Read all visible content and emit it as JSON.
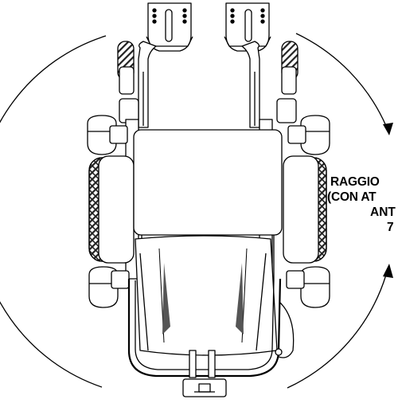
{
  "diagram": {
    "radius_label": {
      "line1": "RAGGIO",
      "line2": "(CON AT",
      "line3": "ANT",
      "line4": "7"
    },
    "colors": {
      "ink": "#000000",
      "paper": "#ffffff",
      "tread": "#222222",
      "shade": "#555555"
    },
    "icons": [
      "turning-radius-arrow-icon",
      "wheelchair-top-view"
    ]
  }
}
